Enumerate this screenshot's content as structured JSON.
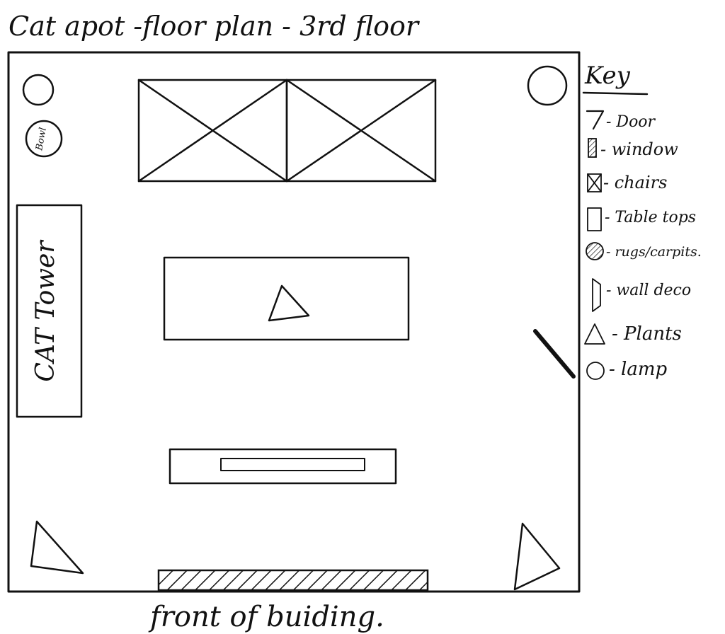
{
  "title": "Cat apot -floor plan - 3rd floor",
  "footer": "front of buiding.",
  "key": {
    "heading": "Key",
    "items": [
      {
        "icon": "door-icon",
        "label": "- Door"
      },
      {
        "icon": "window-icon",
        "label": "- window"
      },
      {
        "icon": "chair-icon",
        "label": "- chairs"
      },
      {
        "icon": "table-top-icon",
        "label": "- Table tops"
      },
      {
        "icon": "rug-icon",
        "label": "- rugs/carpits."
      },
      {
        "icon": "wall-deco-icon",
        "label": "- wall deco"
      },
      {
        "icon": "plant-icon",
        "label": "- Plants"
      },
      {
        "icon": "lamp-icon",
        "label": "- lamp"
      }
    ]
  },
  "plan": {
    "cat_tower_label": "CAT Tower",
    "bowl_label": "Bowl"
  },
  "colors": {
    "ink": "#111111",
    "paper": "#ffffff"
  }
}
